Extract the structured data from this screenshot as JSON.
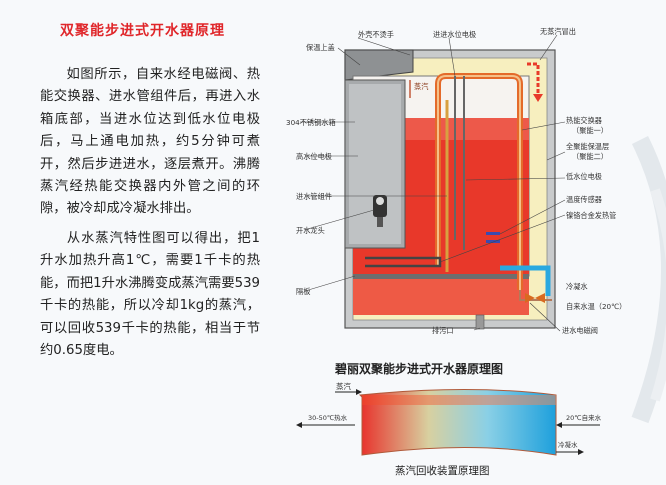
{
  "left_text": {
    "title": "双聚能步进式开水器原理",
    "paragraph1": "如图所示，自来水经电磁阀、热能交换器、进水管组件后，再进入水箱底部，当进水位达到低水位电极后，马上通电加热，约5分钟可煮开，然后步进进水，逐层煮开。沸腾蒸汽经热能交换器内外管之间的环隙，被冷却成冷凝水排出。",
    "paragraph2": "从水蒸汽特性图可以得出，把1升水加热升高1℃，需要1千卡的热能，而把1升水沸腾变成蒸汽需要539千卡的热能，所以冷却1kg的蒸汽，可以回收539千卡的热能，相当于节约0.65度电。"
  },
  "main_diagram": {
    "caption": "碧丽双聚能步进式开水器原理图",
    "labels": {
      "waike": "外壳不烫手",
      "jinshui_dianji": "进进水位电极",
      "wuzhengqi": "无蒸汽冒出",
      "baowen_gai": "保温上盖",
      "zhengqi": "蒸汽",
      "shuixiang": "304不锈钢水箱",
      "reneng": "热能交换器",
      "reneng_sub": "（聚能一）",
      "baowen_ceng": "全聚能保温层",
      "baowen_sub": "（聚能二）",
      "gao_dianji": "高水位电极",
      "di_dianji": "低水位电极",
      "wendu": "温度传感器",
      "jinshui_zujian": "进水管组件",
      "fahe": "镍铬合金发热管",
      "kaishui_longtou": "开水龙头",
      "lengning": "冷凝水",
      "ziyanshui": "自来水温（20℃）",
      "geban": "隔板",
      "paiwu": "排污口",
      "dianci": "进水电磁阀"
    }
  },
  "recovery_diagram": {
    "caption": "蒸汽回收装置原理图",
    "labels": {
      "steam": "蒸汽",
      "hot": "30-50℃热水",
      "cold": "20℃自来水",
      "cond": "冷凝水"
    }
  },
  "colors": {
    "title_red": "#e0262a",
    "water_red": "#e8382a",
    "cabinet_grey": "#c9cbcc",
    "cold_blue": "#2aa8e0"
  }
}
